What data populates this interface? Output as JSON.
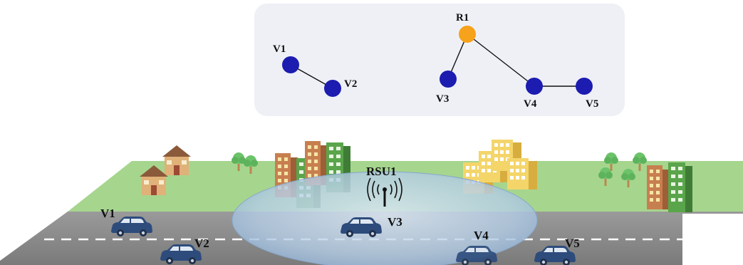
{
  "graph": {
    "nodes": [
      {
        "id": "V1",
        "type": "vehicle"
      },
      {
        "id": "V2",
        "type": "vehicle"
      },
      {
        "id": "R1",
        "type": "rsu"
      },
      {
        "id": "V3",
        "type": "vehicle"
      },
      {
        "id": "V4",
        "type": "vehicle"
      },
      {
        "id": "V5",
        "type": "vehicle"
      }
    ],
    "edges": [
      [
        "V1",
        "V2"
      ],
      [
        "R1",
        "V3"
      ],
      [
        "R1",
        "V4"
      ],
      [
        "V4",
        "V5"
      ]
    ]
  },
  "scene": {
    "rsu_label": "RSU1",
    "vehicles": [
      "V1",
      "V2",
      "V3",
      "V4",
      "V5"
    ]
  },
  "colors": {
    "vehicle_node": "#1c1cb0",
    "rsu_node": "#f7a21b",
    "panel": "#eef0f6",
    "road": "#8c8c8c",
    "grass": "#a6d58e",
    "coverage": "#a9c6e3",
    "car": "#2d4c7c"
  }
}
